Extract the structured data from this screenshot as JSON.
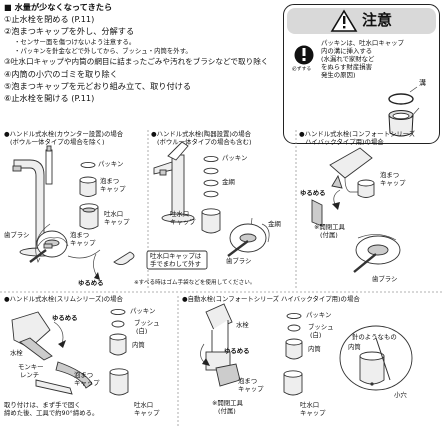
{
  "intro": {
    "title": "■ 水量が少なくなってきたら"
  },
  "steps": [
    {
      "num": "①",
      "text": "止水栓を閉める (P.11)"
    },
    {
      "num": "②",
      "text": "泡まつキャップを外し、分解する"
    },
    {
      "num": "",
      "text": "・センサー面を傷つけないよう注意する。"
    },
    {
      "num": "",
      "text": "・パッキンを針金などで外してから、ブッシュ・内筒を外す。"
    },
    {
      "num": "③",
      "text": "吐水口キャップや内筒の網目に詰まったごみや汚れをブラシなどで取り除く"
    },
    {
      "num": "④",
      "text": "内筒の小穴のゴミを取り除く"
    },
    {
      "num": "⑤",
      "text": "泡まつキャップを元どおり組み立て、取り付ける"
    },
    {
      "num": "⑥",
      "text": "止水栓を開ける (P.11)"
    }
  ],
  "caution": {
    "title": "注意",
    "icon_label": "必ずする",
    "lines": [
      "パッキンは、吐水口キャップ",
      "内の溝に挿入する",
      "(水漏れで家財など",
      "をぬらす財産損害",
      "発生の原因)"
    ],
    "groove_label": "溝"
  },
  "panels": {
    "p1": {
      "title": [
        "●ハンドル式水栓(カウンター設置)の場合",
        "(ボウル一体タイプの場合を除く)"
      ],
      "labels": {
        "packing": "パッキン",
        "foam_cap": [
          "泡まつ",
          "キャップ"
        ],
        "spout_cap": [
          "吐水口",
          "キャップ"
        ],
        "foam_cap2": [
          "泡まつ",
          "キャップ"
        ],
        "brush": "歯ブラシ",
        "loosen": "ゆるめる"
      }
    },
    "p2": {
      "title": [
        "●ハンドル式水栓(陶器設置)の場合",
        "(ボウル一体タイプの場合も含む)"
      ],
      "labels": {
        "packing": "パッキン",
        "mesh": "金網",
        "spout_cap": [
          "吐水口",
          "キャップ"
        ],
        "mesh2": "金網",
        "brush": "歯ブラシ"
      },
      "note_box": [
        "吐水口キャップは",
        "手でまわして外す"
      ],
      "note": "※すべる時はゴム手袋などを使用してください。"
    },
    "p3": {
      "title": [
        "●ハンドル式水栓(コンフォートシリーズ",
        "ハイバックタイプ用)の場合"
      ],
      "labels": {
        "foam_cap": [
          "泡まつ",
          "キャップ"
        ],
        "loosen": "ゆるめる",
        "tool": [
          "※開閉工具",
          "(付属)"
        ],
        "brush": "歯ブラシ"
      }
    },
    "p4": {
      "title": "●ハンドル式水栓(スリムシリーズ)の場合",
      "labels": {
        "loosen": "ゆるめる",
        "faucet": "水栓",
        "packing": "パッキン",
        "bush": [
          "ブッシュ",
          "(白)"
        ],
        "inner": "内筒",
        "wrench": [
          "モンキー",
          "レンチ"
        ],
        "foam_cap": [
          "泡まつ",
          "キャップ"
        ],
        "spout_cap": [
          "吐水口",
          "キャップ"
        ]
      },
      "footnote": [
        "取り付けは、まず手で固く",
        "締めた後、工具で約90°締める。"
      ]
    },
    "p5": {
      "title": "●自動水栓(コンフォートシリーズ ハイバックタイプ用)の場合",
      "labels": {
        "faucet": "水栓",
        "loosen": "ゆるめる",
        "foam_cap": [
          "泡まつ",
          "キャップ"
        ],
        "tool": [
          "※開閉工具",
          "(付属)"
        ],
        "packing": "パッキン",
        "bush": [
          "ブッシュ",
          "(白)"
        ],
        "inner": "内筒",
        "spout_cap": [
          "吐水口",
          "キャップ"
        ],
        "needle": [
          "針のようなもの",
          "内筒"
        ],
        "hole": "小穴"
      }
    }
  }
}
